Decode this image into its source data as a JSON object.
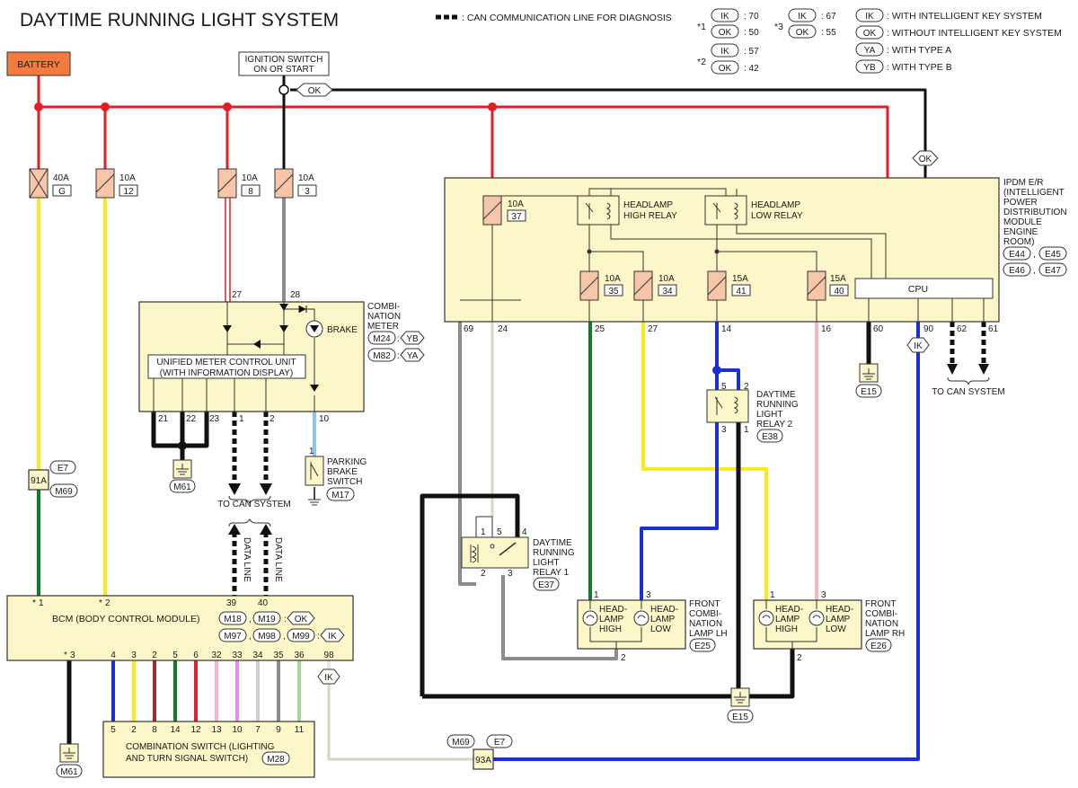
{
  "title": "DAYTIME RUNNING LIGHT SYSTEM",
  "legend": {
    "can_line": ": CAN COMMUNICATION LINE FOR DIAGNOSIS",
    "n1_ik": "IK",
    "n1_ik_val": ": 70",
    "n1_ok": "OK",
    "n1_ok_val": ": 50",
    "n2_ik": "IK",
    "n2_ik_val": ": 57",
    "n2_ok": "OK",
    "n2_ok_val": ": 42",
    "n3_ik": "IK",
    "n3_ik_val": ": 67",
    "n3_ok": "OK",
    "n3_ok_val": ": 55",
    "ik": "IK",
    "ik_desc": ": WITH INTELLIGENT KEY SYSTEM",
    "ok": "OK",
    "ok_desc": ": WITHOUT INTELLIGENT KEY SYSTEM",
    "ya": "YA",
    "ya_desc": ": WITH TYPE A",
    "yb": "YB",
    "yb_desc": ": WITH TYPE B"
  },
  "sources": {
    "battery": "BATTERY",
    "ignition_l1": "IGNITION SWITCH",
    "ignition_l2": "ON OR START",
    "ok_tag": "OK"
  },
  "fuses": {
    "f40": "40A",
    "f40_id": "G",
    "f10a": "10A",
    "f10a_id": "12",
    "f10b": "10A",
    "f10b_id": "8",
    "f10c": "10A",
    "f10c_id": "3",
    "ipdm_f37": "10A",
    "ipdm_f37_id": "37",
    "ipdm_f35": "10A",
    "ipdm_f35_id": "35",
    "ipdm_f34": "10A",
    "ipdm_f34_id": "34",
    "ipdm_f41": "15A",
    "ipdm_f41_id": "41",
    "ipdm_f40": "15A",
    "ipdm_f40_id": "40"
  },
  "ipdm": {
    "l1": "IPDM E/R",
    "l2": "(INTELLIGENT",
    "l3": "POWER",
    "l4": "DISTRIBUTION",
    "l5": "MODULE",
    "l6": "ENGINE",
    "l7": "ROOM)",
    "c1": "E44",
    "c2": "E45",
    "c3": "E46",
    "c4": "E47",
    "hi_relay_1": "HEADLAMP",
    "hi_relay_2": "HIGH RELAY",
    "lo_relay_1": "HEADLAMP",
    "lo_relay_2": "LOW RELAY",
    "cpu": "CPU",
    "p69": "69",
    "p24": "24",
    "p25": "25",
    "p27": "27",
    "p14": "14",
    "p16": "16",
    "p60": "60",
    "p90": "90",
    "p62": "62",
    "p61": "61",
    "ok_tag": "OK",
    "ik_tag": "IK",
    "gnd": "E15",
    "to_can": "TO CAN SYSTEM"
  },
  "meter": {
    "name_1": "COMBI-",
    "name_2": "NATION",
    "name_3": "METER",
    "c1": "M24",
    "t1": "YB",
    "c2": "M82",
    "t2": "YA",
    "brake": "BRAKE",
    "umcu_1": "UNIFIED METER CONTROL UNIT",
    "umcu_2": "(WITH INFORMATION DISPLAY)",
    "p27": "27",
    "p28": "28",
    "p21": "21",
    "p22": "22",
    "p23": "23",
    "p1": "1",
    "p2": "2",
    "p10": "10",
    "gnd": "M61",
    "to_can": "TO CAN SYSTEM",
    "data_line": "DATA LINE"
  },
  "parking": {
    "pin": "1",
    "l1": "PARKING",
    "l2": "BRAKE",
    "l3": "SWITCH",
    "conn": "M17"
  },
  "splice": {
    "label": "91A",
    "c1": "E7",
    "c2": "M69",
    "label2": "93A",
    "c3": "M69",
    "c4": "E7"
  },
  "bcm": {
    "n1": "1",
    "n2": "2",
    "p39": "39",
    "p40": "40",
    "name": "BCM (BODY CONTROL MODULE)",
    "c1": "M18",
    "c2": "M19",
    "t1": "OK",
    "c3": "M97",
    "c4": "M98",
    "c5": "M99",
    "t2": "IK",
    "n3": "3",
    "pins": [
      "4",
      "3",
      "2",
      "5",
      "6",
      "32",
      "33",
      "34",
      "35",
      "36",
      "98"
    ],
    "ik_tag": "IK",
    "gnd": "M61"
  },
  "combo_switch": {
    "pins": [
      "5",
      "2",
      "8",
      "14",
      "12",
      "13",
      "10",
      "7",
      "9",
      "11"
    ],
    "l1": "COMBINATION SWITCH (LIGHTING",
    "l2": "AND TURN SIGNAL SWITCH)",
    "conn": "M28"
  },
  "drl_relay1": {
    "p1": "1",
    "p2": "2",
    "p3": "3",
    "p4": "4",
    "p5": "5",
    "l1": "DAYTIME",
    "l2": "RUNNING",
    "l3": "LIGHT",
    "l4": "RELAY 1",
    "conn": "E37"
  },
  "drl_relay2": {
    "p5": "5",
    "p2": "2",
    "p3": "3",
    "p1": "1",
    "l1": "DAYTIME",
    "l2": "RUNNING",
    "l3": "LIGHT",
    "l4": "RELAY 2",
    "conn": "E38"
  },
  "lamp_lh": {
    "p1": "1",
    "p3": "3",
    "p2": "2",
    "hi1": "HEAD-",
    "hi2": "LAMP",
    "hi3": "HIGH",
    "lo1": "HEAD-",
    "lo2": "LAMP",
    "lo3": "LOW",
    "n1": "FRONT",
    "n2": "COMBI-",
    "n3": "NATION",
    "n4": "LAMP LH",
    "conn": "E25"
  },
  "lamp_rh": {
    "p1": "1",
    "p3": "3",
    "p2": "2",
    "hi1": "HEAD-",
    "hi2": "LAMP",
    "hi3": "HIGH",
    "lo1": "HEAD-",
    "lo2": "LAMP",
    "lo3": "LOW",
    "n1": "FRONT",
    "n2": "COMBI-",
    "n3": "NATION",
    "n4": "LAMP RH",
    "conn": "E26"
  },
  "ground_e15": "E15",
  "colors": {
    "red": "#e41e26",
    "yellow": "#f7ec1b",
    "green": "#0e7d2a",
    "blue": "#1b2fd8",
    "gray": "#8c8c8c",
    "black": "#111111",
    "pink": "#f4b6c2",
    "lightblue": "#8cc6e6",
    "white": "#e8e8d8",
    "brown": "#a5282a",
    "violet": "#e58fe8",
    "lightgreen": "#a4d99a",
    "battery": "#f47b3f",
    "module": "#fdf6c8",
    "fuse": "#f7c6a8"
  }
}
